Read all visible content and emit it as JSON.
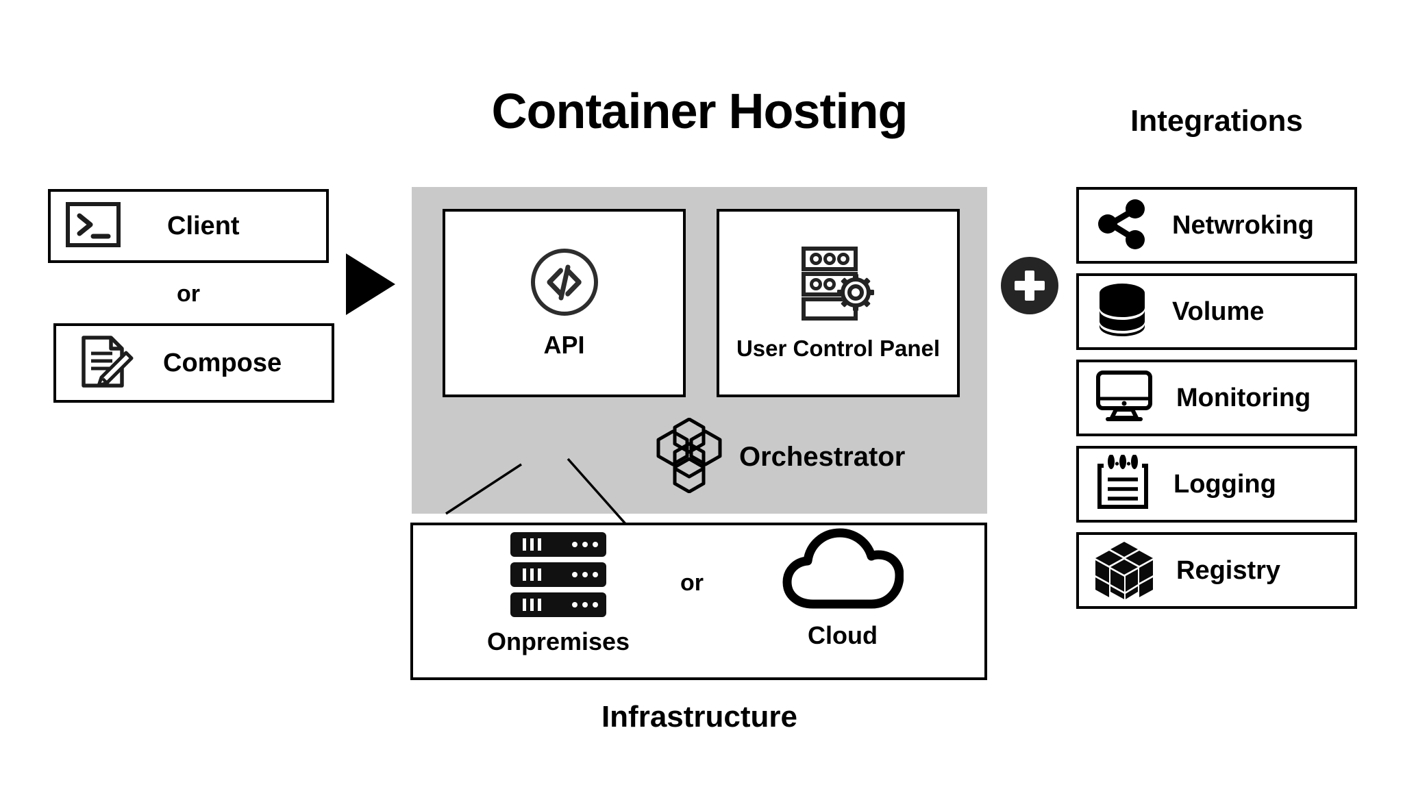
{
  "diagram": {
    "center": {
      "title": "Container Hosting",
      "panel_bg_color": "#c9c9c9",
      "services": [
        {
          "label": "API",
          "icon": "code-circle-icon"
        },
        {
          "label": "User Control Panel",
          "icon": "server-gear-icon"
        }
      ],
      "orchestrator": {
        "label": "Orchestrator",
        "icon": "hexagon-cluster-icon"
      }
    },
    "left": {
      "entries": [
        {
          "label": "Client",
          "icon": "terminal-icon"
        },
        {
          "label": "Compose",
          "icon": "document-pencil-icon"
        }
      ],
      "separator": "or",
      "flow_arrow": "triangle-right-icon"
    },
    "infrastructure": {
      "title": "Infrastructure",
      "separator": "or",
      "targets": [
        {
          "label": "Onpremises",
          "icon": "server-stack-icon"
        },
        {
          "label": "Cloud",
          "icon": "cloud-icon"
        }
      ]
    },
    "combine": {
      "symbol": "+",
      "icon": "plus-circle-icon",
      "color": "#252525"
    },
    "right": {
      "title": "Integrations",
      "items": [
        {
          "label": "Netwroking",
          "icon": "share-nodes-icon"
        },
        {
          "label": "Volume",
          "icon": "database-cylinder-icon"
        },
        {
          "label": "Monitoring",
          "icon": "desktop-monitor-icon"
        },
        {
          "label": "Logging",
          "icon": "notepad-lines-icon"
        },
        {
          "label": "Registry",
          "icon": "cube-3d-icon"
        }
      ]
    }
  }
}
